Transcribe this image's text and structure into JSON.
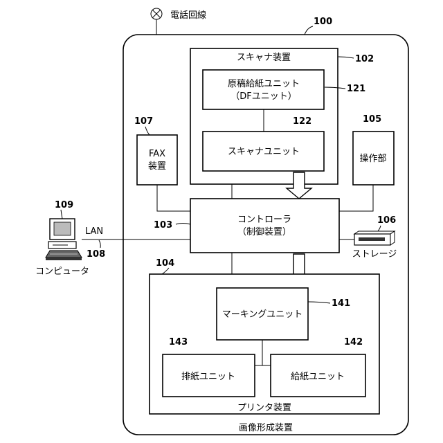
{
  "phone_line": {
    "label": "電話回線"
  },
  "device": {
    "number": "100",
    "label": "画像形成装置"
  },
  "scanner": {
    "number": "102",
    "label": "スキャナ装置"
  },
  "df_unit": {
    "number": "121",
    "line1": "原稿給紙ユニット",
    "line2": "（DFユニット）"
  },
  "scanner_unit": {
    "number": "122",
    "label": "スキャナユニット"
  },
  "fax": {
    "number": "107",
    "line1": "FAX",
    "line2": "装置"
  },
  "operation": {
    "number": "105",
    "label": "操作部"
  },
  "controller": {
    "number": "103",
    "line1": "コントローラ",
    "line2": "（制御装置）"
  },
  "storage": {
    "number": "106",
    "label": "ストレージ",
    "icon": "storage-drive-icon"
  },
  "computer": {
    "number": "109",
    "label": "コンピュータ",
    "icon": "computer-icon"
  },
  "lan": {
    "label": "LAN",
    "number": "108"
  },
  "printer": {
    "number": "104",
    "label": "プリンタ装置"
  },
  "marking_unit": {
    "number": "141",
    "label": "マーキングユニット"
  },
  "discharge_unit": {
    "number": "143",
    "label": "排紙ユニット"
  },
  "feed_unit": {
    "number": "142",
    "label": "給紙ユニット"
  }
}
